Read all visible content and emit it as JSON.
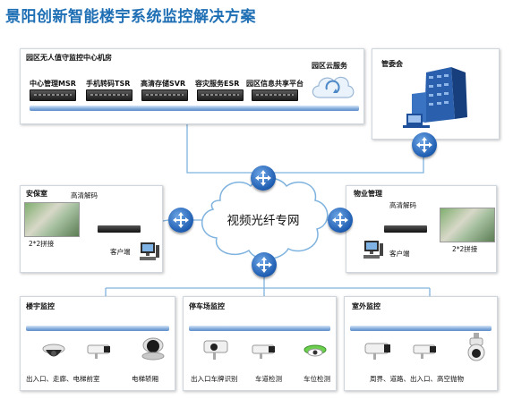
{
  "title": "景阳创新智能楼宇系统监控解决方案",
  "control_room": {
    "heading": "园区无人值守监控中心机房",
    "devices": [
      {
        "label": "中心管理MSR"
      },
      {
        "label": "手机转码TSR"
      },
      {
        "label": "高清存储SVR"
      },
      {
        "label": "容灾服务ESR"
      },
      {
        "label": "园区信息共享平台"
      }
    ],
    "cloud_label": "园区云服务"
  },
  "committee": {
    "label": "管委会"
  },
  "network": {
    "label": "视频光纤专网"
  },
  "security_room": {
    "heading": "安保室",
    "decoder_label": "高清解码",
    "wall_label": "2*2拼接",
    "client_label": "客户端"
  },
  "property_mgmt": {
    "heading": "物业管理",
    "decoder_label": "高清解码",
    "wall_label": "2*2拼接",
    "client_label": "客户端"
  },
  "building_monitor": {
    "heading": "楼宇监控",
    "labels": [
      "出入口、走廊、电梯前室",
      "电梯轿厢"
    ]
  },
  "parking_monitor": {
    "heading": "停车场监控",
    "labels": [
      "出入口车牌识别",
      "车道检测",
      "车位检测"
    ]
  },
  "outdoor_monitor": {
    "heading": "室外监控",
    "labels": [
      "周界、道路、出入口、高空抛物"
    ]
  },
  "colors": {
    "title": "#1f6fb5",
    "line": "#7fb3df",
    "router": "#1d5cb0"
  }
}
